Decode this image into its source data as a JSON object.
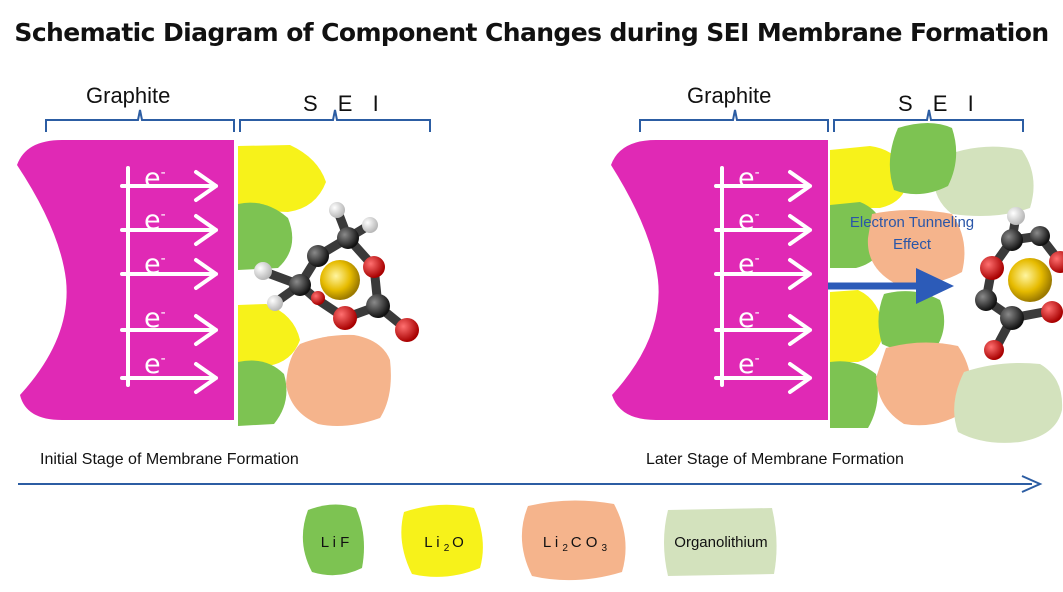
{
  "title": "Schematic Diagram of Component Changes during SEI Membrane Formation",
  "panels": [
    {
      "graphite_label": "Graphite",
      "sei_label": "S E I",
      "stage_label": "Initial Stage of Membrane Formation",
      "electron_labels": [
        "e",
        "e",
        "e",
        "e",
        "e"
      ]
    },
    {
      "graphite_label": "Graphite",
      "sei_label": "S E I",
      "stage_label": "Later Stage of Membrane Formation",
      "electron_labels": [
        "e",
        "e",
        "e",
        "e",
        "e"
      ],
      "tunneling_label_line1": "Electron Tunneling",
      "tunneling_label_line2": "Effect"
    }
  ],
  "legend": [
    {
      "label": "L i F",
      "color": "#7dc352"
    },
    {
      "label": "L i 2 O",
      "color": "#f7f21a"
    },
    {
      "label": "L i 2 C O 3",
      "color": "#f5b48c"
    },
    {
      "label": "Organolithium",
      "color": "#d3e2bd"
    }
  ],
  "colors": {
    "graphite": "#e029b5",
    "arrow": "#ffffff",
    "bracket": "#2c5da3",
    "timeline": "#2c5da3",
    "tunnel_arrow": "#2c5bb8",
    "carbon": "#2b2b2b",
    "oxygen": "#dd0000",
    "hydrogen": "#f2f2f2",
    "lithium": "#e8c300"
  }
}
